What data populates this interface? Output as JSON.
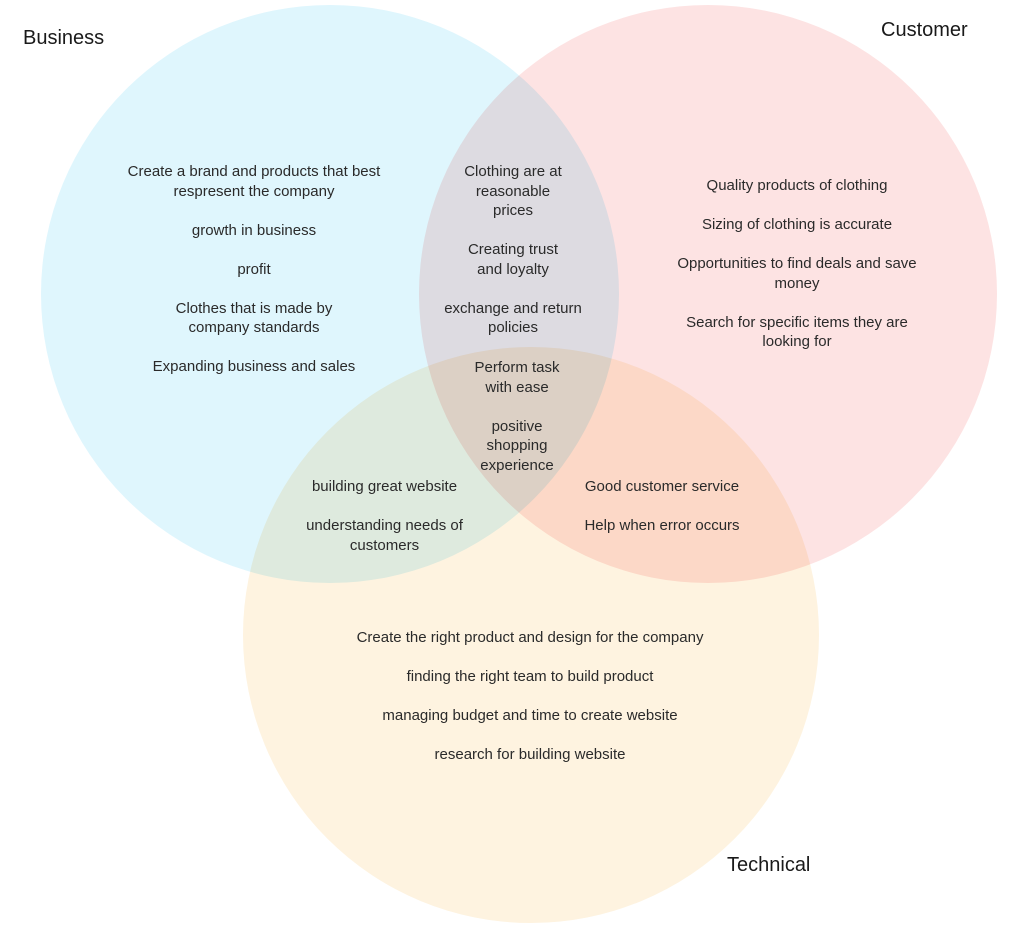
{
  "sets": {
    "business": {
      "title": "Business",
      "color": "#dff6fd"
    },
    "customer": {
      "title": "Customer",
      "color": "#fde3e3"
    },
    "technical": {
      "title": "Technical",
      "color": "#fef3e0"
    }
  },
  "regions": {
    "business_only": [
      "Create a brand and products that best respresent the company",
      "growth in business",
      "profit",
      "Clothes that is made by company standards",
      "Expanding business and sales"
    ],
    "business_customer": [
      "Clothing are at reasonable prices",
      "Creating trust and loyalty",
      "exchange and return policies"
    ],
    "customer_only": [
      "Quality products of clothing",
      "Sizing of clothing is accurate",
      "Opportunities to find deals and save money",
      "Search for specific items they are looking for"
    ],
    "all_three": [
      "Perform task with ease",
      "positive shopping experience"
    ],
    "business_technical": [
      "building great website",
      "understanding needs of customers"
    ],
    "customer_technical": [
      "Good customer service",
      "Help when error occurs"
    ],
    "technical_only": [
      "Create the right product and design for the company",
      "finding the right team to build product",
      "managing budget and time to create website",
      "research for building website"
    ]
  }
}
